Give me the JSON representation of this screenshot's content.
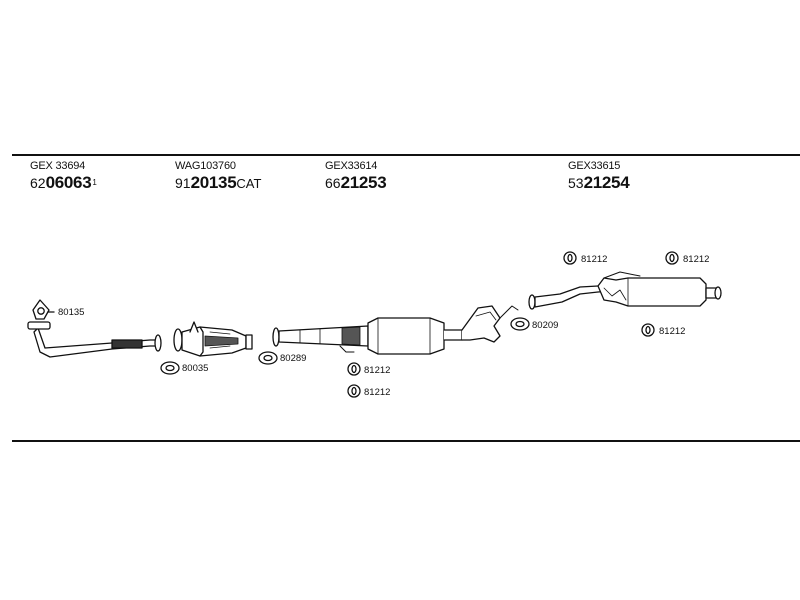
{
  "parts": [
    {
      "gex": "GEX 33694",
      "prefix": "62",
      "main": "06063",
      "suffix": "",
      "sup": "1"
    },
    {
      "gex": "WAG103760",
      "prefix": "91",
      "main": "20135",
      "suffix": "CAT",
      "sup": ""
    },
    {
      "gex": "GEX33614",
      "prefix": "66",
      "main": "21253",
      "suffix": "",
      "sup": ""
    },
    {
      "gex": "GEX33615",
      "prefix": "53",
      "main": "21254",
      "suffix": "",
      "sup": ""
    }
  ],
  "callouts": {
    "c80135": "80135",
    "c80035": "80035",
    "c80289": "80289",
    "c81212a": "81212",
    "c81212b": "81212",
    "c80209": "80209",
    "c81212c": "81212",
    "c81212d": "81212",
    "c81212e": "81212"
  }
}
